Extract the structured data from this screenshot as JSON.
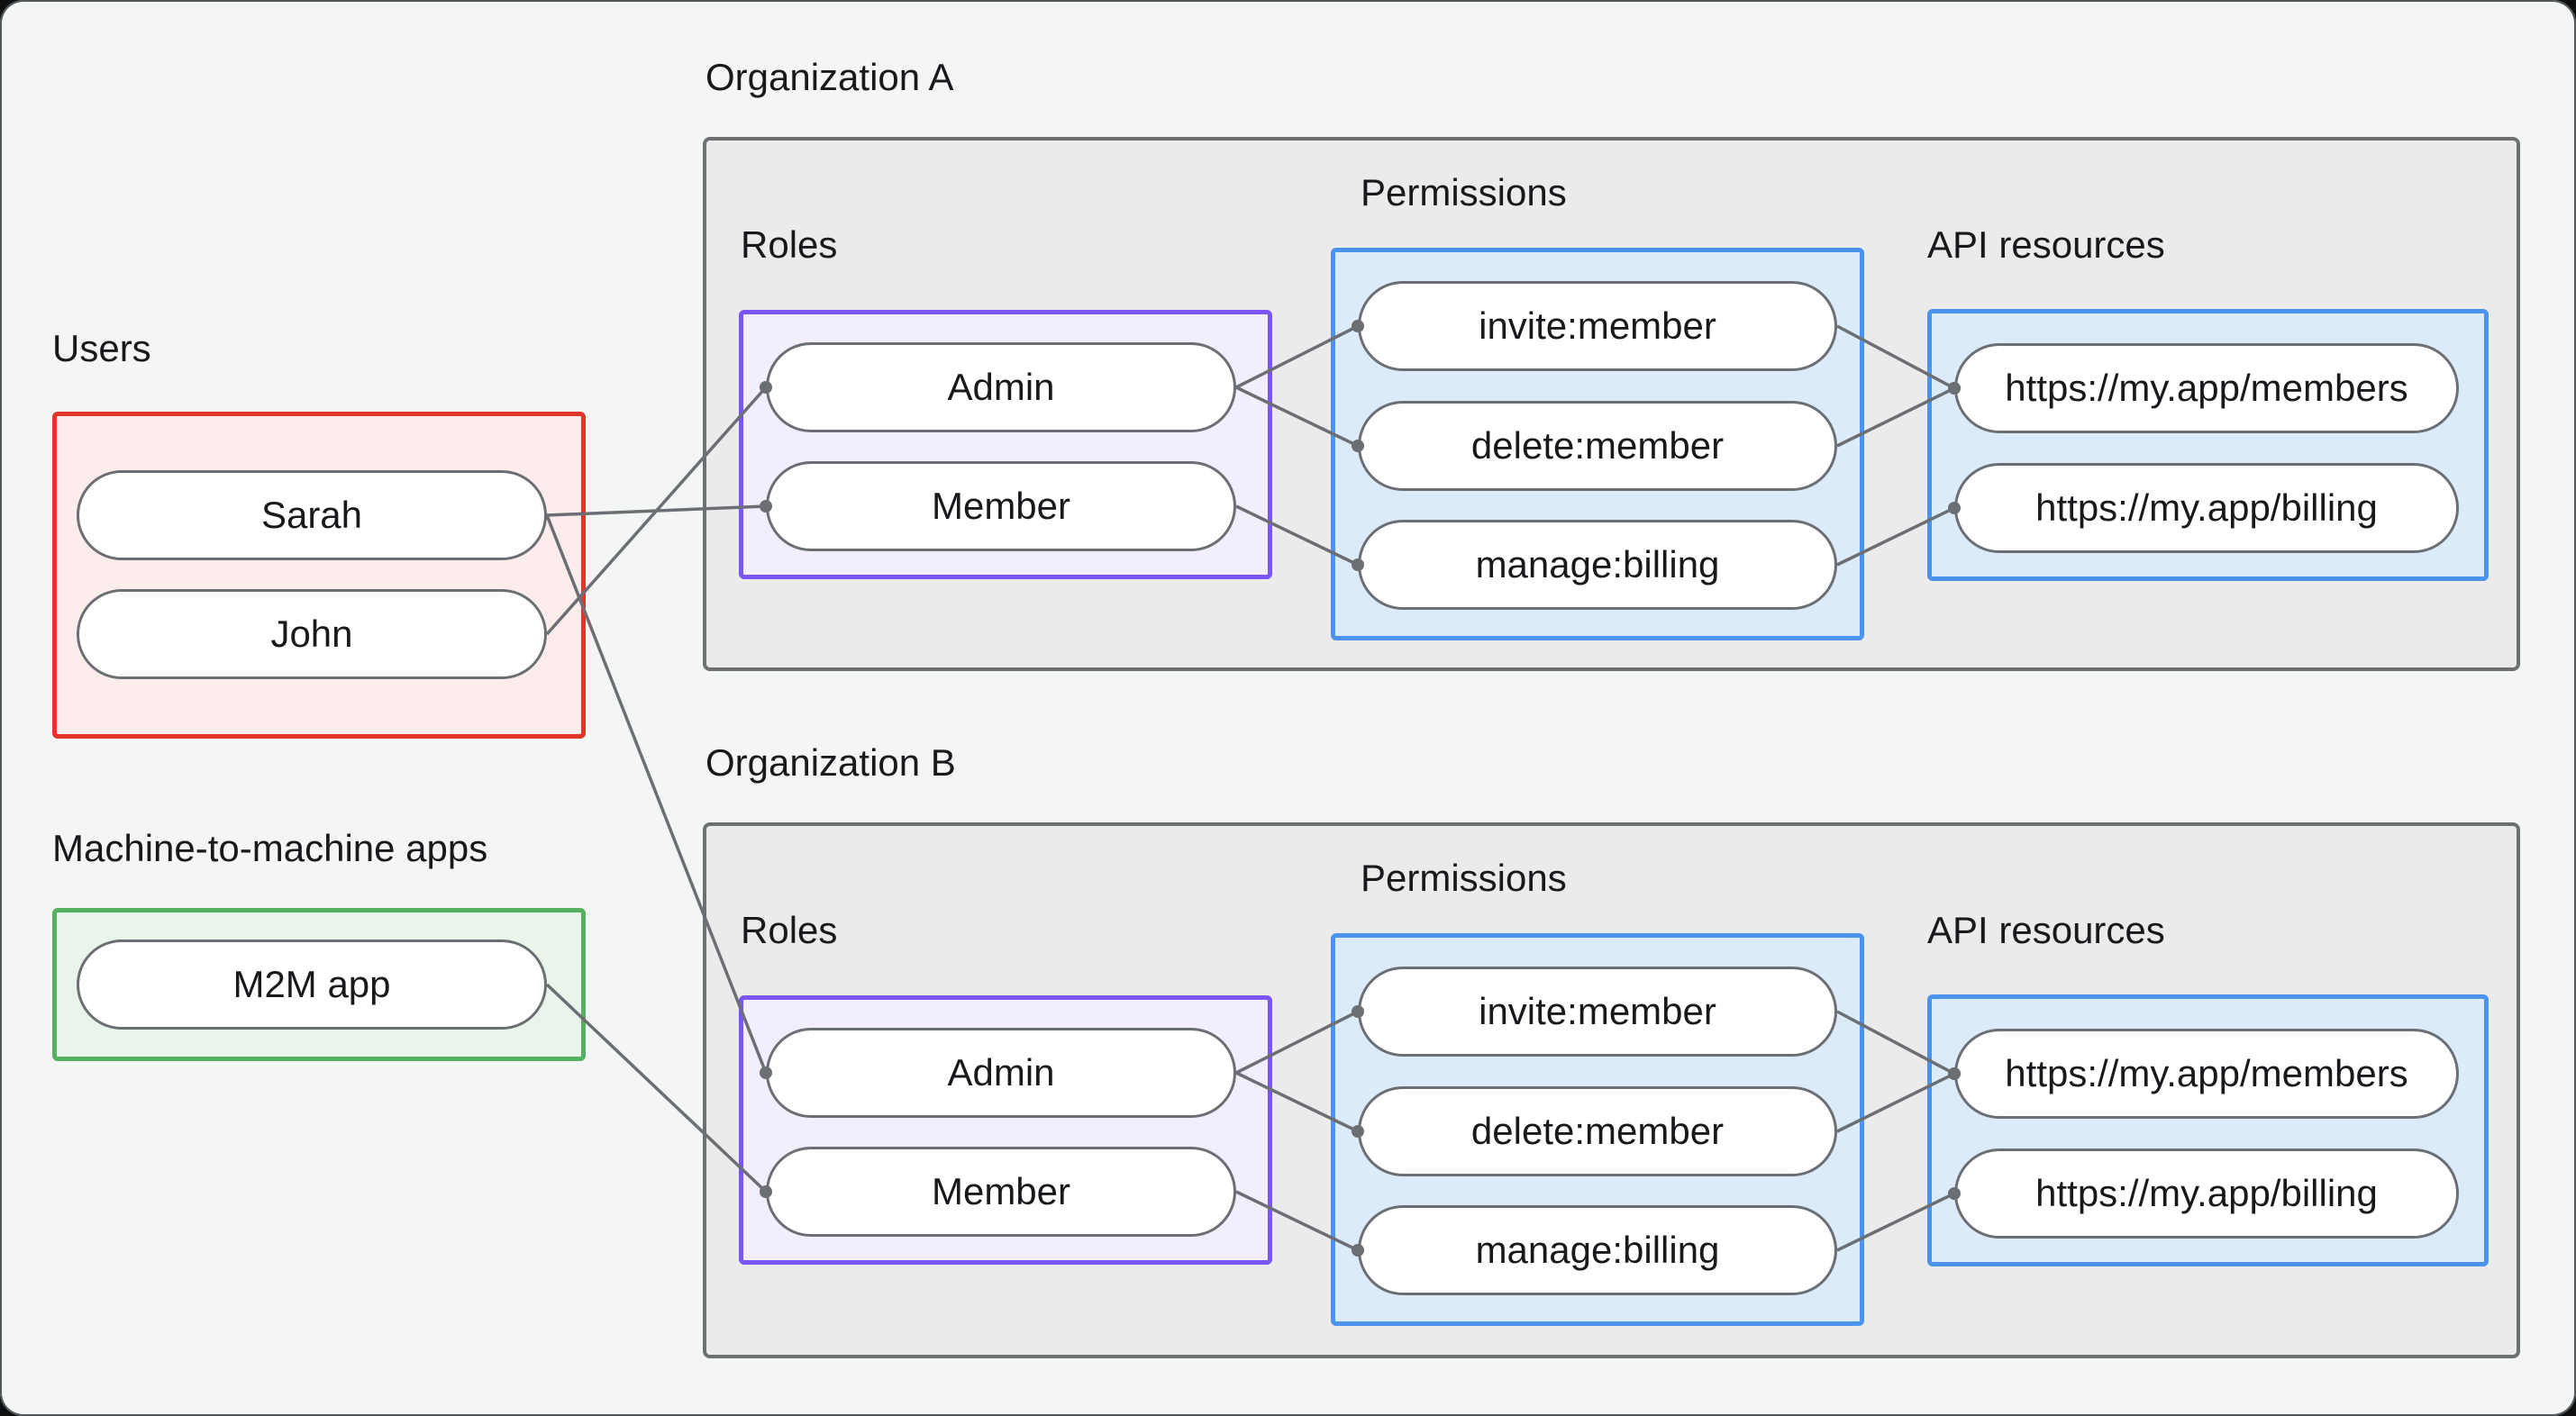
{
  "colors": {
    "pageBg": "#f4f5f5",
    "frameBorder": "#53575a",
    "textColor": "#17191c",
    "orgFill": "#ebebec",
    "orgBorder": "#6d7073",
    "redFill": "#fceceb",
    "redBorder": "#e13528",
    "greenFill": "#e9f5ea",
    "greenBorder": "#55b05f",
    "purpleFill": "#f3eefd",
    "purpleBorder": "#7b55f6",
    "blueFill": "#dcebfa",
    "blueBorder": "#4b93ee",
    "pillFill": "#ffffff",
    "pillBorder": "#6b6f73",
    "connector": "#6b6f73"
  },
  "users": {
    "label": "Users",
    "items": [
      {
        "id": "sarah",
        "label": "Sarah"
      },
      {
        "id": "john",
        "label": "John"
      }
    ]
  },
  "m2m": {
    "label": "Machine-to-machine apps",
    "items": [
      {
        "id": "m2m-app",
        "label": "M2M app"
      }
    ]
  },
  "organizations": [
    {
      "label": "Organization A",
      "roles": {
        "label": "Roles",
        "items": [
          {
            "id": "org-a-admin",
            "label": "Admin"
          },
          {
            "id": "org-a-member",
            "label": "Member"
          }
        ]
      },
      "permissions": {
        "label": "Permissions",
        "items": [
          {
            "id": "org-a-invite",
            "label": "invite:member"
          },
          {
            "id": "org-a-delete",
            "label": "delete:member"
          },
          {
            "id": "org-a-manage",
            "label": "manage:billing"
          }
        ]
      },
      "api_resources": {
        "label": "API resources",
        "items": [
          {
            "id": "org-a-members-api",
            "label": "https://my.app/members"
          },
          {
            "id": "org-a-billing-api",
            "label": "https://my.app/billing"
          }
        ]
      }
    },
    {
      "label": "Organization B",
      "roles": {
        "label": "Roles",
        "items": [
          {
            "id": "org-b-admin",
            "label": "Admin"
          },
          {
            "id": "org-b-member",
            "label": "Member"
          }
        ]
      },
      "permissions": {
        "label": "Permissions",
        "items": [
          {
            "id": "org-b-invite",
            "label": "invite:member"
          },
          {
            "id": "org-b-delete",
            "label": "delete:member"
          },
          {
            "id": "org-b-manage",
            "label": "manage:billing"
          }
        ]
      },
      "api_resources": {
        "label": "API resources",
        "items": [
          {
            "id": "org-b-members-api",
            "label": "https://my.app/members"
          },
          {
            "id": "org-b-billing-api",
            "label": "https://my.app/billing"
          }
        ]
      }
    }
  ],
  "connections": [
    {
      "from": "sarah",
      "to": "org-a-member"
    },
    {
      "from": "john",
      "to": "org-a-admin"
    },
    {
      "from": "sarah",
      "to": "org-b-admin"
    },
    {
      "from": "m2m-app",
      "to": "org-b-member"
    },
    {
      "from": "org-a-admin",
      "to": "org-a-invite"
    },
    {
      "from": "org-a-admin",
      "to": "org-a-delete"
    },
    {
      "from": "org-a-member",
      "to": "org-a-manage"
    },
    {
      "from": "org-a-invite",
      "to": "org-a-members-api"
    },
    {
      "from": "org-a-delete",
      "to": "org-a-members-api"
    },
    {
      "from": "org-a-manage",
      "to": "org-a-billing-api"
    },
    {
      "from": "org-b-admin",
      "to": "org-b-invite"
    },
    {
      "from": "org-b-admin",
      "to": "org-b-delete"
    },
    {
      "from": "org-b-member",
      "to": "org-b-manage"
    },
    {
      "from": "org-b-invite",
      "to": "org-b-members-api"
    },
    {
      "from": "org-b-delete",
      "to": "org-b-members-api"
    },
    {
      "from": "org-b-manage",
      "to": "org-b-billing-api"
    }
  ],
  "wire_style": {
    "line_width": 3.5,
    "dot_radius": 7
  }
}
